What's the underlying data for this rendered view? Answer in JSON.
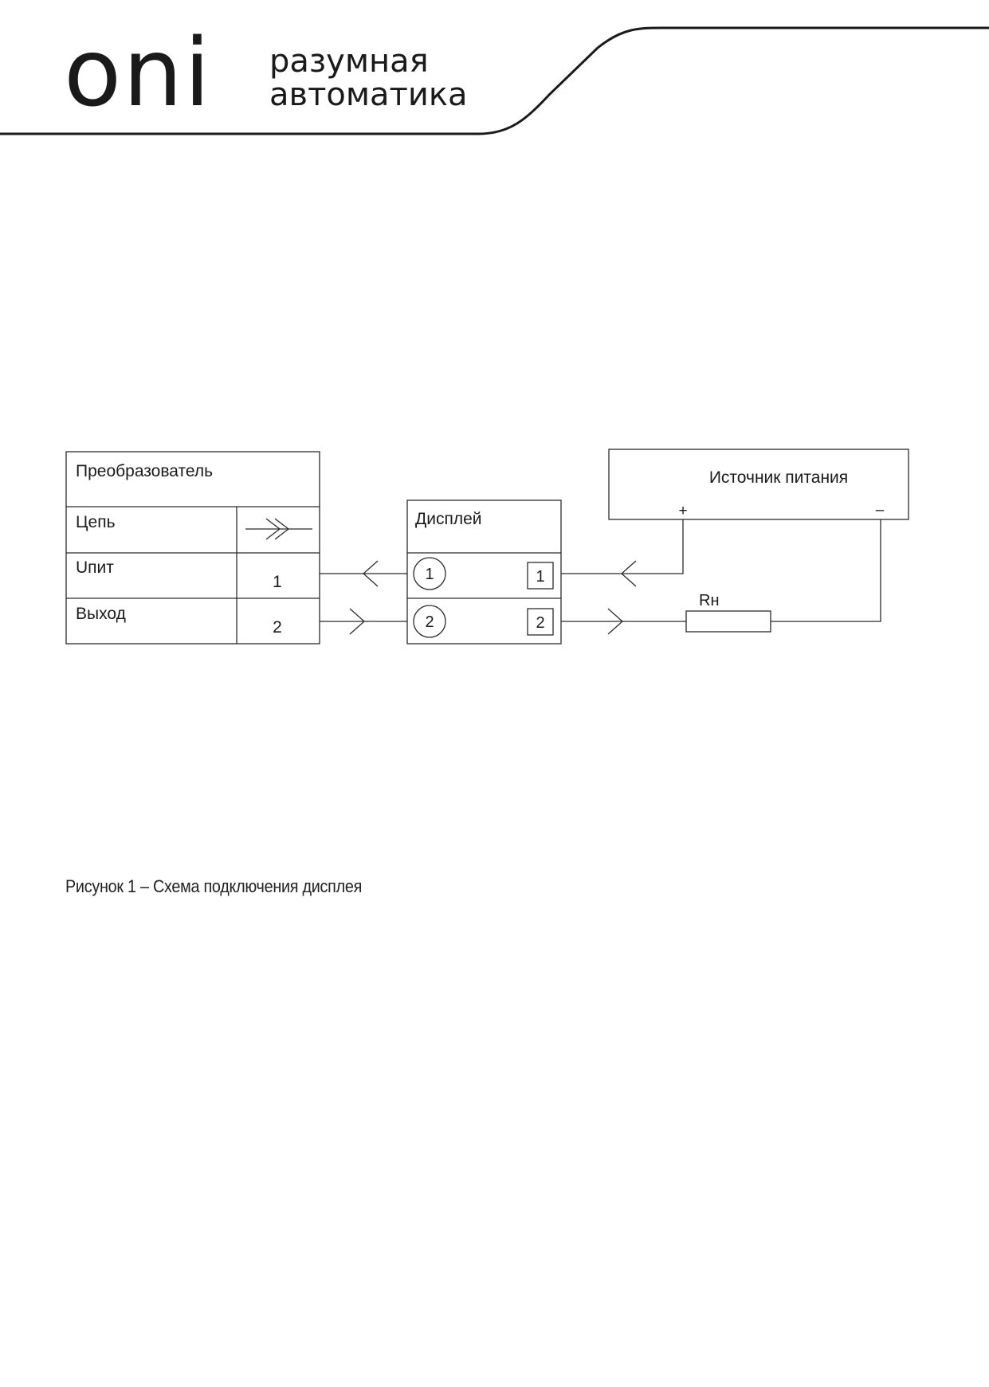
{
  "header": {
    "logo_text": "oni",
    "tagline_line1": "разумная",
    "tagline_line2": "автоматика"
  },
  "diagram": {
    "converter": {
      "title": "Преобразователь",
      "rows": [
        {
          "label": "Цепь",
          "value": ""
        },
        {
          "label": "Uпит",
          "value": "1"
        },
        {
          "label": "Выход",
          "value": "2"
        }
      ]
    },
    "display": {
      "title": "Дисплей",
      "pins": [
        {
          "circle": "1",
          "square": "1"
        },
        {
          "circle": "2",
          "square": "2"
        }
      ]
    },
    "power_supply": {
      "title": "Источник питания",
      "plus": "+",
      "minus": "–"
    },
    "resistor": {
      "label": "Rн"
    }
  },
  "caption": "Рисунок 1 – Схема подключения дисплея",
  "colors": {
    "line": "#2b2b2b",
    "text": "#1a1a1a",
    "background": "#ffffff"
  }
}
